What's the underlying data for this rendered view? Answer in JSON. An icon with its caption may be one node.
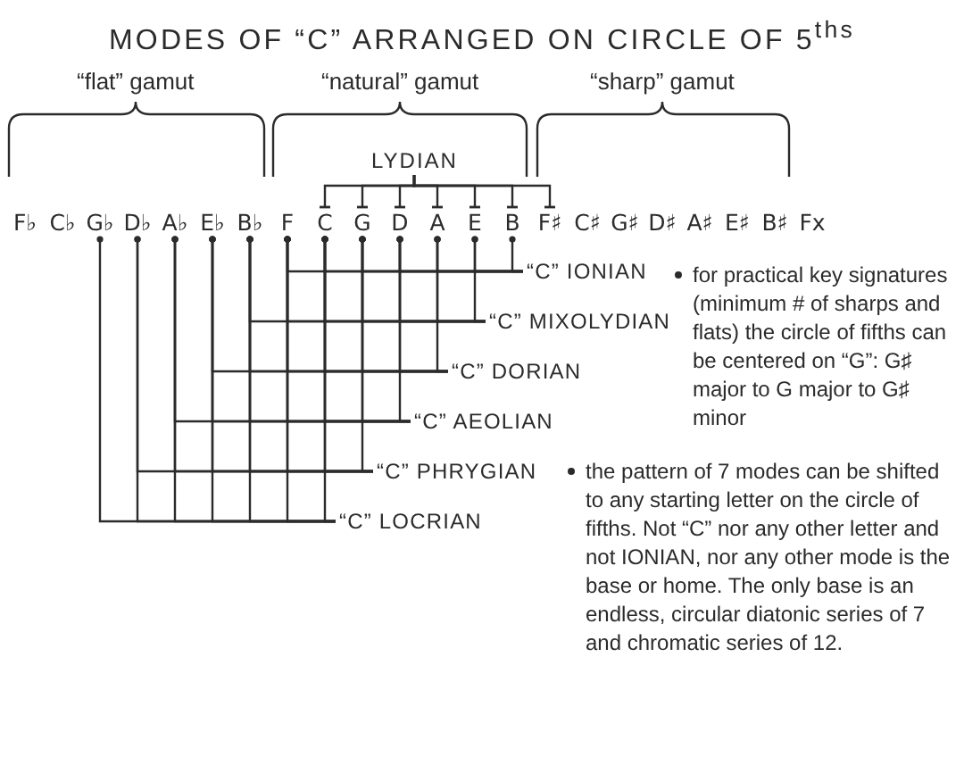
{
  "diagram": {
    "title": "MODES OF “C” ARRANGED ON CIRCLE OF 5$^{ths}$",
    "nodes": [
      {
        "text": [
          "LYDIAN"
        ]
      },
      {
        "text": [
          "F♭"
        ]
      },
      {
        "text": [
          "C♭"
        ]
      },
      {
        "text": [
          "G♭"
        ]
      },
      {
        "text": [
          "D♭"
        ]
      },
      {
        "text": [
          "A♭"
        ]
      },
      {
        "text": [
          "E♭"
        ]
      },
      {
        "text": [
          "B♭"
        ]
      },
      {
        "text": [
          "F"
        ]
      },
      {
        "text": [
          "C"
        ]
      },
      {
        "text": [
          "G"
        ]
      },
      {
        "text": [
          "D"
        ]
      },
      {
        "text": [
          "A"
        ]
      },
      {
        "text": [
          "E"
        ]
      },
      {
        "text": [
          "B"
        ]
      },
      {
        "text": [
          "F♯"
        ]
      },
      {
        "text": [
          "C♯"
        ]
      },
      {
        "text": [
          "G♯"
        ]
      },
      {
        "text": [
          "D♯"
        ]
      },
      {
        "text": [
          "A♯"
        ]
      },
      {
        "text": [
          "E♯"
        ]
      },
      {
        "text": [
          "B♯"
        ]
      },
      {
        "text": [
          "Fx"
        ]
      },
      {
        "text": [
          "“C” IONIAN"
        ]
      },
      {
        "text": [
          "“C” MIXOLYDIAN"
        ]
      },
      {
        "text": [
          "“C” DORIAN"
        ]
      },
      {
        "text": [
          "“C” AEOLIAN"
        ]
      },
      {
        "text": [
          "“C” PHRYGIAN"
        ]
      },
      {
        "text": [
          "“C” LOCRIAN"
        ]
      }
    ],
    "edges": [
      {
        "from": 0,
        "to": 9,
        "arrow": "other"
      },
      {
        "from": 0,
        "to": 10,
        "arrow": "other"
      },
      {
        "from": 0,
        "to": 11,
        "arrow": "other"
      },
      {
        "from": 0,
        "to": 12,
        "arrow": "other"
      },
      {
        "from": 0,
        "to": 13,
        "arrow": "other"
      },
      {
        "from": 0,
        "to": 14,
        "arrow": "other"
      },
      {
        "from": 0,
        "to": 15,
        "arrow": "other"
      },
      {
        "from": 23,
        "to": 8,
        "arrow": "other"
      },
      {
        "from": 23,
        "to": 9,
        "arrow": "other"
      },
      {
        "from": 23,
        "to": 10,
        "arrow": "other"
      },
      {
        "from": 23,
        "to": 11,
        "arrow": "other"
      },
      {
        "from": 23,
        "to": 12,
        "arrow": "other"
      },
      {
        "from": 23,
        "to": 13,
        "arrow": "other"
      },
      {
        "from": 23,
        "to": 14,
        "arrow": "other"
      },
      {
        "from": 24,
        "to": 7,
        "arrow": "other"
      },
      {
        "from": 24,
        "to": 8,
        "arrow": "other"
      },
      {
        "from": 24,
        "to": 9,
        "arrow": "other"
      },
      {
        "from": 24,
        "to": 10,
        "arrow": "other"
      },
      {
        "from": 24,
        "to": 11,
        "arrow": "other"
      },
      {
        "from": 24,
        "to": 12,
        "arrow": "other"
      },
      {
        "from": 24,
        "to": 13,
        "arrow": "other"
      },
      {
        "from": 25,
        "to": 6,
        "arrow": "other"
      },
      {
        "from": 25,
        "to": 7,
        "arrow": "other"
      },
      {
        "from": 25,
        "to": 8,
        "arrow": "other"
      },
      {
        "from": 25,
        "to": 9,
        "arrow": "other"
      },
      {
        "from": 25,
        "to": 10,
        "arrow": "other"
      },
      {
        "from": 25,
        "to": 11,
        "arrow": "other"
      },
      {
        "from": 25,
        "to": 12,
        "arrow": "other"
      },
      {
        "from": 26,
        "to": 5,
        "arrow": "other"
      },
      {
        "from": 26,
        "to": 6,
        "arrow": "other"
      },
      {
        "from": 26,
        "to": 7,
        "arrow": "other"
      },
      {
        "from": 26,
        "to": 8,
        "arrow": "other"
      },
      {
        "from": 26,
        "to": 9,
        "arrow": "other"
      },
      {
        "from": 26,
        "to": 10,
        "arrow": "other"
      },
      {
        "from": 26,
        "to": 11,
        "arrow": "other"
      },
      {
        "from": 27,
        "to": 4,
        "arrow": "other"
      },
      {
        "from": 27,
        "to": 5,
        "arrow": "other"
      },
      {
        "from": 27,
        "to": 6,
        "arrow": "other"
      },
      {
        "from": 27,
        "to": 7,
        "arrow": "other"
      },
      {
        "from": 27,
        "to": 8,
        "arrow": "other"
      },
      {
        "from": 27,
        "to": 9,
        "arrow": "other"
      },
      {
        "from": 27,
        "to": 10,
        "arrow": "other"
      },
      {
        "from": 28,
        "to": 3,
        "arrow": "other"
      },
      {
        "from": 28,
        "to": 4,
        "arrow": "other"
      },
      {
        "from": 28,
        "to": 5,
        "arrow": "other"
      },
      {
        "from": 28,
        "to": 6,
        "arrow": "other"
      },
      {
        "from": 28,
        "to": 7,
        "arrow": "other"
      },
      {
        "from": 28,
        "to": 8,
        "arrow": "other"
      },
      {
        "from": 28,
        "to": 9,
        "arrow": "other"
      }
    ],
    "labels": [
      "“flat” gamut",
      "“natural” gamut",
      "“sharp” gamut",
      "for practical key signatures (minimum # of sharps and flats) the circle of fifths can be centered on “G”: G♯ major to G major to G♯ minor",
      "the pattern of 7 modes can be shifted to any starting letter on the circle of fifths. Not “C” nor any other letter and not IONIAN, nor any other mode is the base or home. The only base is an endless, circular diatonic series of 7 and chromatic series of 12."
    ]
  }
}
